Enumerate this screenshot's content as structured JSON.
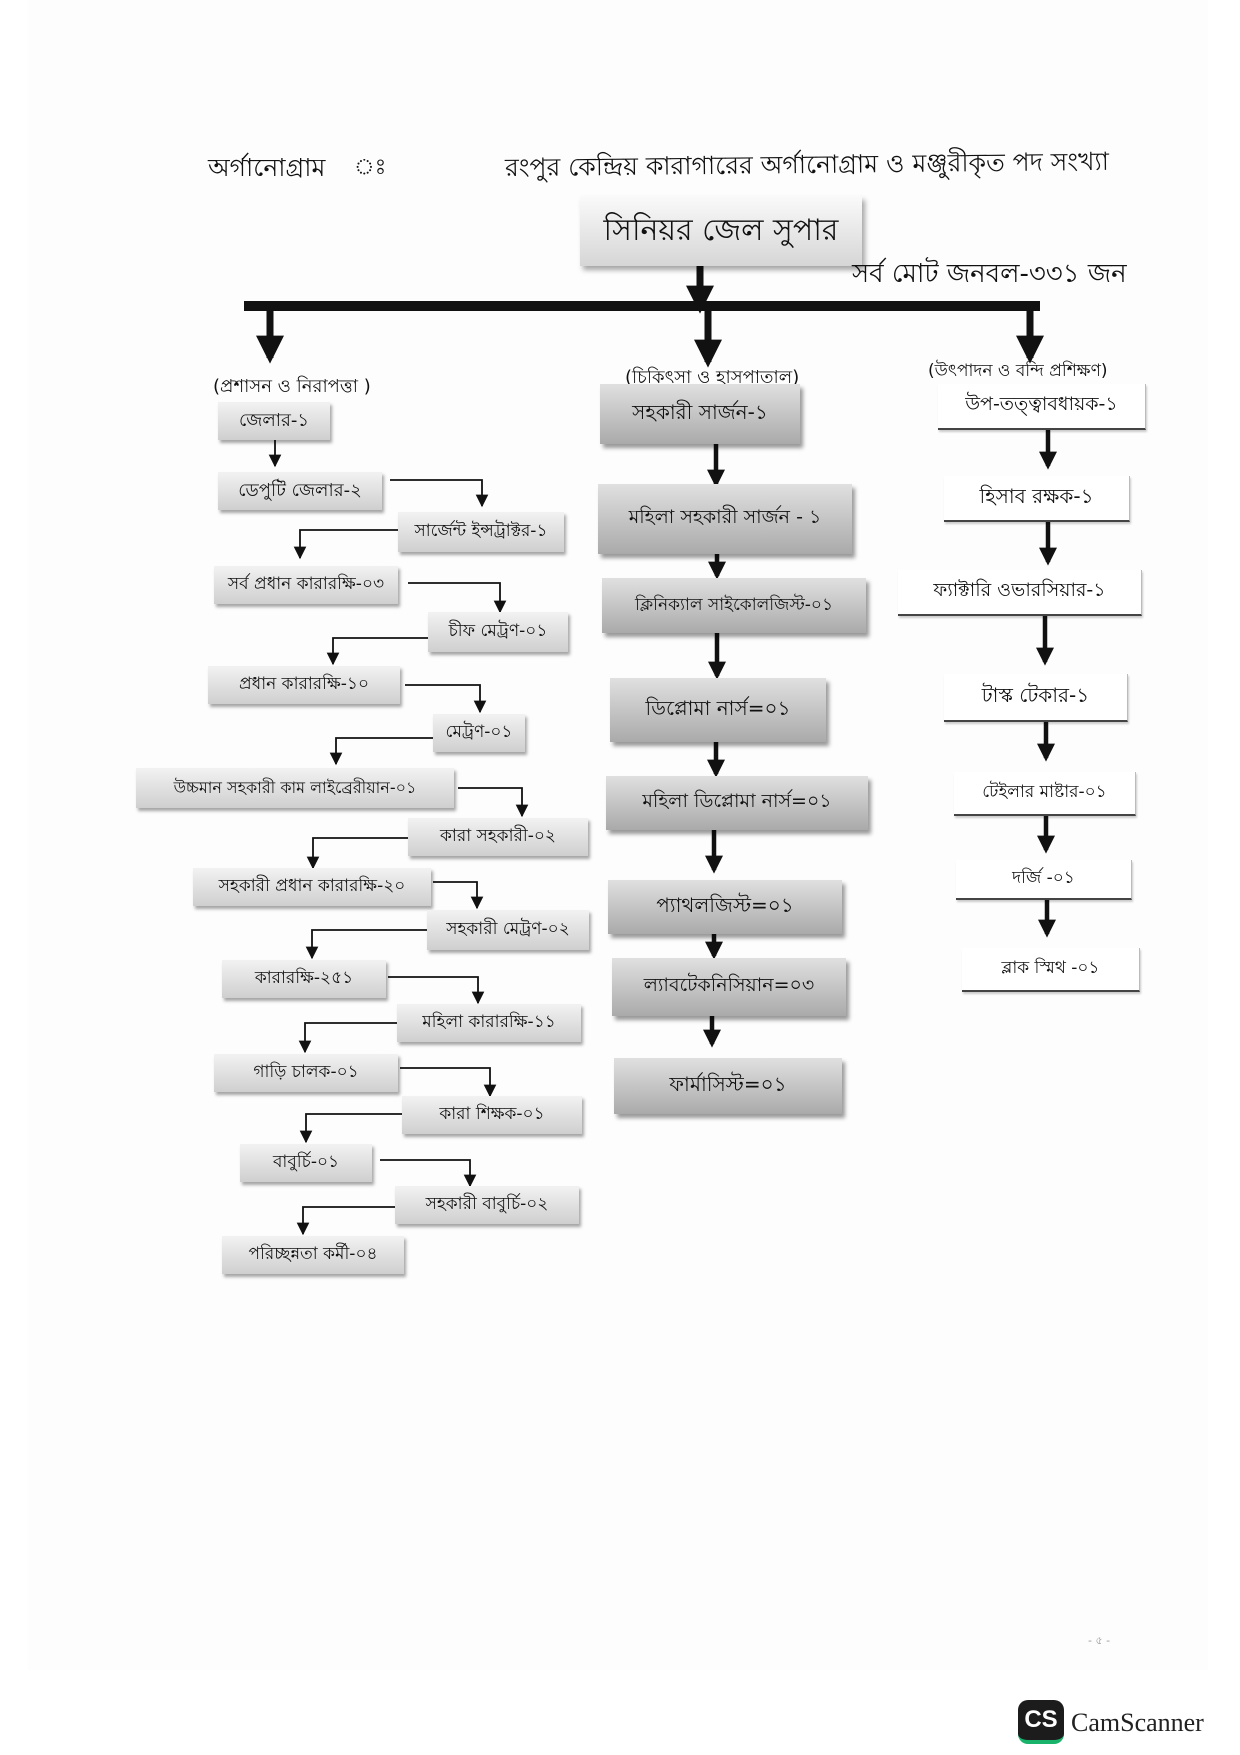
{
  "header": {
    "label": "অর্গানোগ্রাম",
    "separator": "ঃ",
    "title": "রংপুর কেন্দ্রিয় কারাগারের অর্গানোগ্রাম ও মঞ্জুরীকৃত পদ সংখ্যা"
  },
  "root": {
    "label": "সিনিয়র জেল সুপার",
    "total": "সর্ব মোট জনবল-৩৩১ জন"
  },
  "branches": {
    "admin": {
      "label": "(প্রশাসন ও নিরাপত্তা )",
      "posts": [
        "জেলার-১",
        "ডেপুটি জেলার-২",
        "সার্জেন্ট ইন্সট্রাক্টর-১",
        "সর্ব প্রধান কারারক্ষি-০৩",
        "চীফ মেট্রণ-০১",
        "প্রধান কারারক্ষি-১০",
        "মেট্রণ-০১",
        "উচ্চমান সহকারী কাম লাইব্রেরীয়ান-০১",
        "কারা সহকারী-০২",
        "সহকারী প্রধান কারারক্ষি-২০",
        "সহকারী মেট্রণ-০২",
        "কারারক্ষি-২৫১",
        "মহিলা কারারক্ষি-১১",
        "গাড়ি চালক-০১",
        "কারা শিক্ষক-০১",
        "বাবুর্চি-০১",
        "সহকারী বাবুর্চি-০২",
        "পরিচ্ছন্নতা কর্মী-০৪"
      ]
    },
    "medical": {
      "label": "(চিকিৎসা ও হাসপাতাল)",
      "posts": [
        "সহকারী সার্জন-১",
        "মহিলা সহকারী সার্জন - ১",
        "ক্লিনিক্যাল সাইকোলজিস্ট-০১",
        "ডিপ্লোমা নার্স=০১",
        "মহিলা ডিপ্লোমা নার্স=০১",
        "প্যাথলজিস্ট=০১",
        "ল্যাবটেকনিসিয়ান=০৩",
        "ফার্মাসিস্ট=০১"
      ]
    },
    "production": {
      "label": "(উৎপাদন ও বন্দি প্রশিক্ষণ)",
      "posts": [
        "উপ-তত্ত্বাবধায়ক-১",
        "হিসাব রক্ষক-১",
        "ফ্যাক্টারি ওভারসিয়ার-১",
        "টাস্ক টেকার-১",
        "টেইলার মাষ্টার-০১",
        "দর্জি -০১",
        "ব্লাক স্মিথ -০১"
      ]
    }
  },
  "page_number": "- ৫ -",
  "watermark": {
    "logo": "CS",
    "brand": "CamScanner"
  }
}
